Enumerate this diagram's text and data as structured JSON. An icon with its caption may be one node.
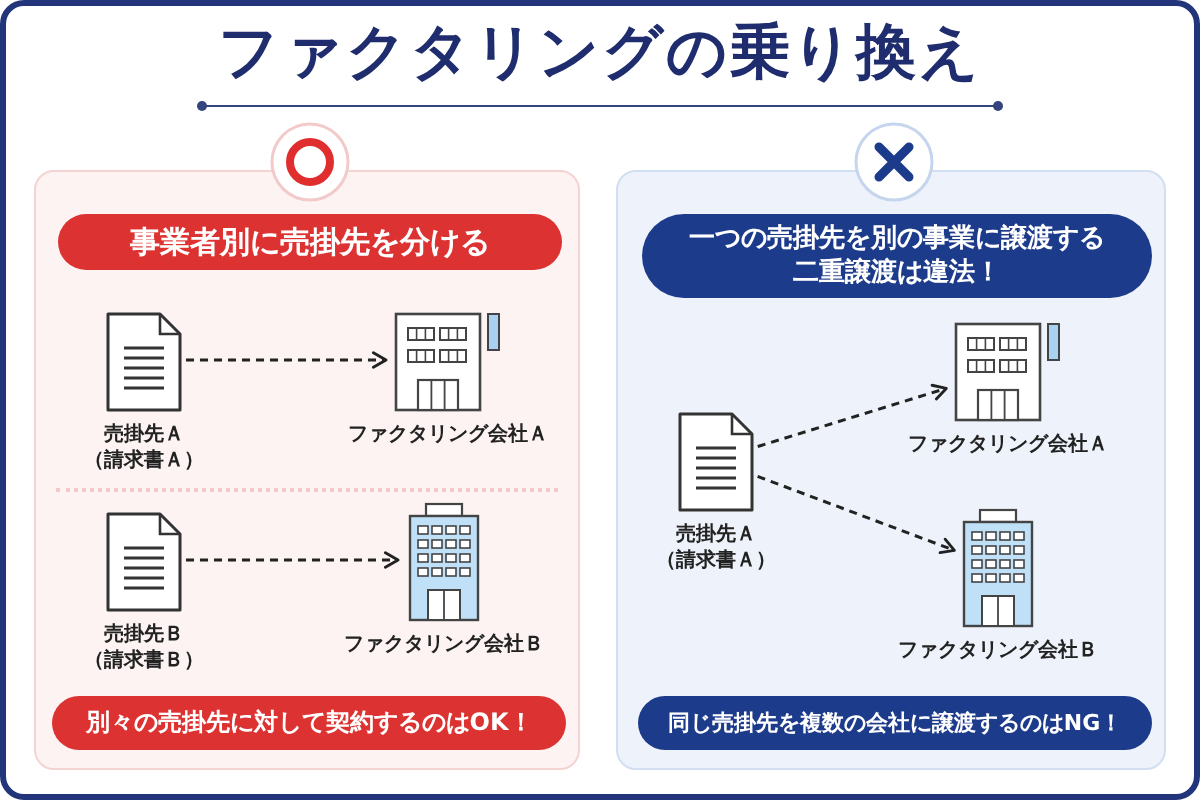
{
  "diagram": {
    "title": "ファクタリングの乗り換え",
    "nodes": [
      {
        "text": [],
        "shape": "box"
      },
      {
        "text": [
          "事業者別に売掛先を分ける"
        ],
        "in": 0
      },
      {
        "text": [],
        "shape": "picture",
        "in": 0,
        "beside": [
          "売掛先Ａ",
          "（請求書Ａ）"
        ]
      },
      {
        "text": [],
        "shape": "picture",
        "in": 0,
        "beside": [
          "ファクタリング会社Ａ"
        ]
      },
      {
        "text": [],
        "shape": "picture",
        "in": 0,
        "beside": [
          "売掛先Ｂ",
          "（請求書Ｂ）"
        ]
      },
      {
        "text": [],
        "shape": "picture",
        "in": 0,
        "beside": [
          "ファクタリング会社Ｂ"
        ]
      },
      {
        "text": [
          "別々の売掛先に対して契約するのはOK！"
        ],
        "in": 0
      },
      {
        "text": [],
        "shape": "box"
      },
      {
        "text": [
          "一つの売掛先を別の事業に譲渡する二重譲渡は違法！"
        ],
        "in": 7
      },
      {
        "text": [],
        "shape": "picture",
        "in": 7,
        "beside": [
          "売掛先Ａ",
          "（請求書Ａ）"
        ]
      },
      {
        "text": [],
        "shape": "picture",
        "in": 7,
        "beside": [
          "ファクタリング会社Ａ"
        ]
      },
      {
        "text": [],
        "shape": "picture",
        "in": 7,
        "beside": [
          "ファクタリング会社Ｂ"
        ]
      },
      {
        "text": [
          "同じ売掛先を複数の会社に譲渡するのはNG！"
        ],
        "in": 7
      }
    ],
    "edges": [
      {
        "from": 2,
        "to": 3,
        "arrow": "to",
        "style": "dashed"
      },
      {
        "from": 4,
        "to": 5,
        "arrow": "to",
        "style": "dashed"
      },
      {
        "from": 9,
        "to": 10,
        "arrow": "to",
        "style": "dashed"
      },
      {
        "from": 9,
        "to": 11,
        "arrow": "to",
        "style": "dashed"
      }
    ]
  }
}
